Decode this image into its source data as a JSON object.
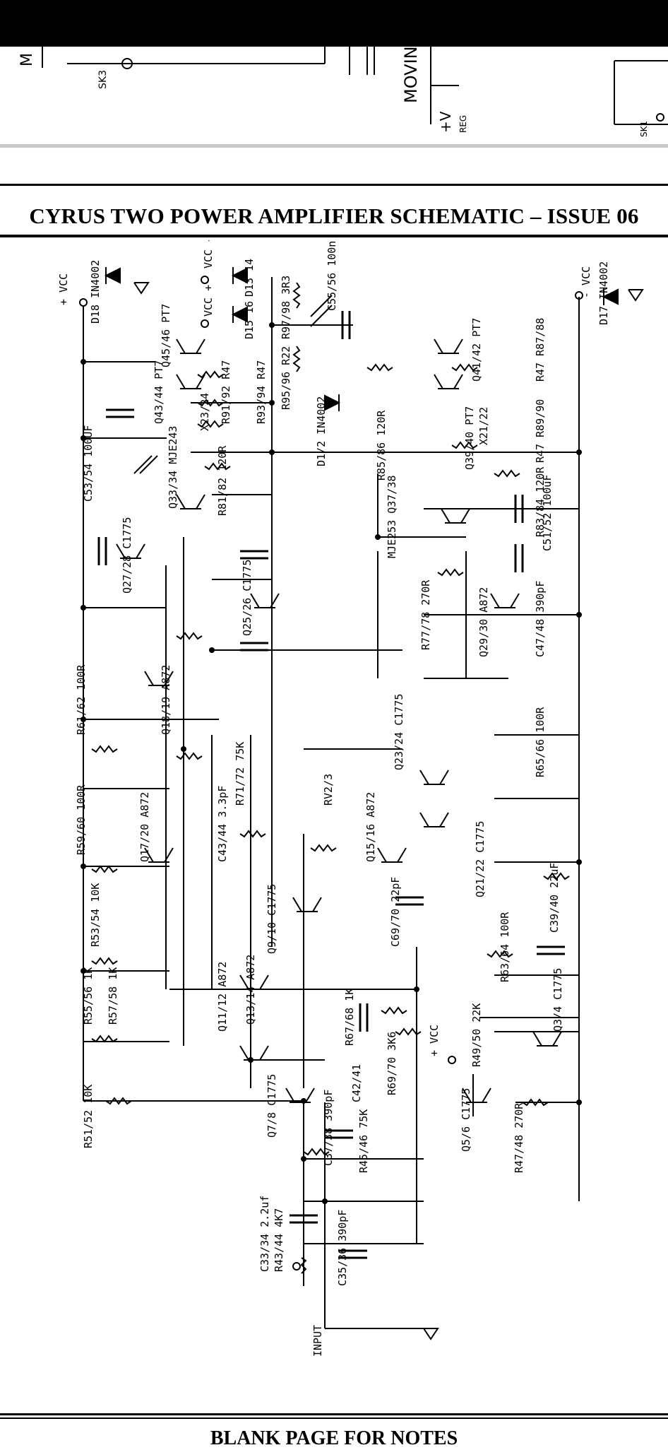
{
  "header": {
    "title": "CYRUS TWO POWER AMPLIFIER SCHEMATIC – ISSUE 06"
  },
  "previous_page": {
    "labels": [
      "M",
      "SK3",
      "MOVIN",
      "+V",
      "REG",
      "SK1"
    ]
  },
  "footer": {
    "text": "BLANK PAGE FOR NOTES"
  },
  "schematic": {
    "rails": {
      "pos_vcc": "+ VCC",
      "neg_vcc": "- VCC",
      "vcc_minus": "VCC -",
      "vcc_plus": "VCC +",
      "vcc_input": "+ VCC"
    },
    "diodes": [
      "D18 IN4002",
      "D13 14",
      "D15 16",
      "D1/2 IN4002",
      "D17 IN4002"
    ],
    "transistors": [
      "Q45/46 PT7",
      "Q43/44 PT7",
      "Q33/34 MJE243",
      "Q27/28 C1775",
      "Q25/26 C1775",
      "Q41/42 PT7",
      "Q39/40 PT7",
      "MJE253 Q37/38",
      "Q29/30 A872",
      "Q18/19 A872",
      "Q17/20 A872",
      "Q15/16 A872",
      "Q23/24 C1775",
      "Q21/22 C1775",
      "Q9/10 C1775",
      "Q11/12 A872",
      "Q13/14 A872",
      "Q3/4 C1775",
      "Q7/8 C1775",
      "Q5/6 C1775"
    ],
    "resistors": [
      "R97/98 3R3",
      "R95/96 R22",
      "R91/92 R47",
      "R93/94 R47",
      "X23/24",
      "R81/82 120R",
      "R85/86 120R",
      "R47 R87/88",
      "X21/22",
      "R47 R89/90",
      "R83/84 120R",
      "R77/78 270R",
      "R61/62 100R",
      "R59/60 100R",
      "R65/66 100R",
      "R53/54 10K",
      "R55/56 1K",
      "R57/58 1K",
      "R51/52 10K",
      "R71/72 75K",
      "RV2/3",
      "R63/64 100R",
      "R49/50 22K",
      "R67/68 1K",
      "R69/70 3K6",
      "R45/46 75K",
      "R47/48 270R",
      "R43/44 4K7"
    ],
    "capacitors": [
      "C55/56 100nF",
      "C53/54 100UF",
      "C51/52 100uF",
      "C47/48 390pF",
      "C43/44 3.3pF",
      "C39/40 22uF",
      "C69/70 22pF",
      "C42/41",
      "C37/38 390pF",
      "C33/34 2.2uf",
      "C35/36 390pF"
    ],
    "input_label": "INPUT"
  }
}
